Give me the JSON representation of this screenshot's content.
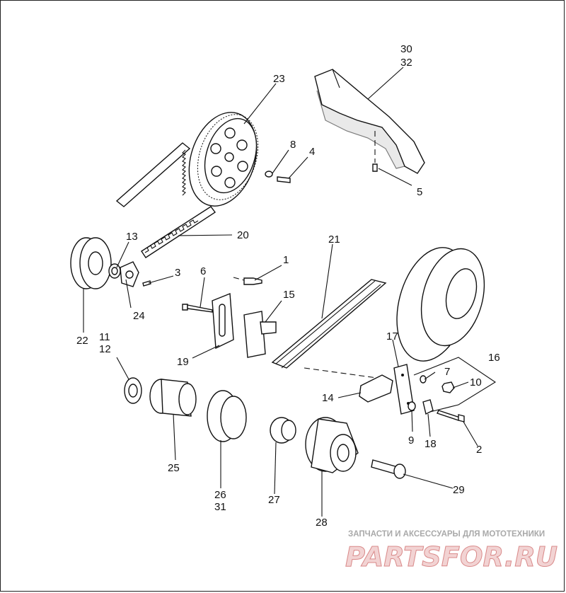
{
  "callouts": [
    "30",
    "32",
    "23",
    "8",
    "4",
    "5",
    "13",
    "20",
    "3",
    "1",
    "21",
    "6",
    "15",
    "24",
    "22",
    "19",
    "11",
    "12",
    "17",
    "16",
    "7",
    "10",
    "14",
    "25",
    "26",
    "31",
    "27",
    "28",
    "9",
    "18",
    "2",
    "29"
  ],
  "watermark": {
    "tagline": "ЗАПЧАСТИ И АКСЕССУАРЫ ДЛЯ МОТОТЕХНИКИ",
    "brand": "PARTSFOR.RU",
    "brand_color": "#d98a8a"
  }
}
